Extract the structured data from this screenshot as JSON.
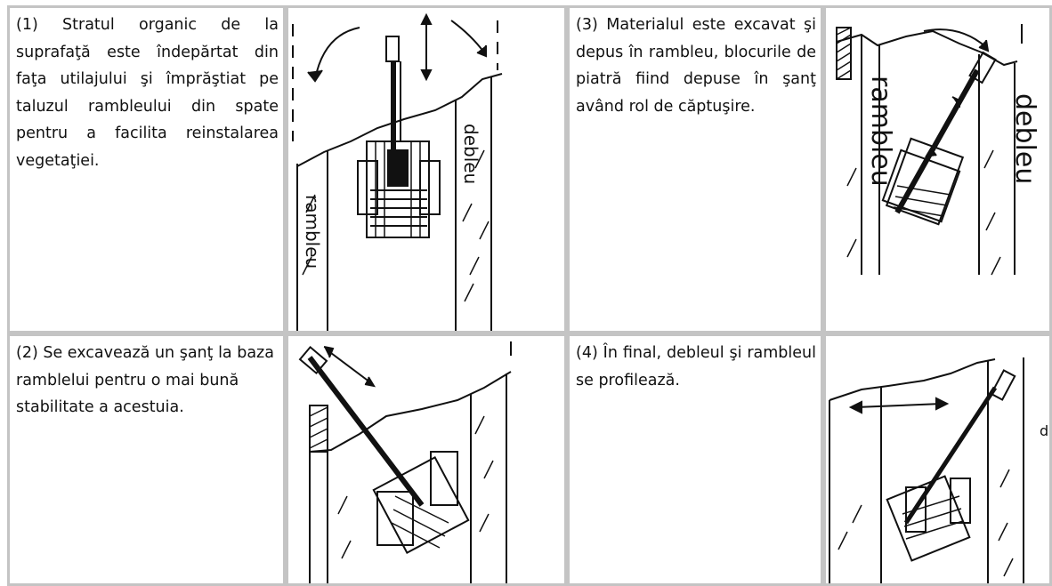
{
  "steps": [
    {
      "text": "(1) Stratul organic de la suprafaţă este îndepărtat din faţa utilajului şi împrăştiat pe taluzul rambleului din spate pentru a facilita reinstalarea vegetaţiei."
    },
    {
      "text": "(2) Se excavează un şanţ la baza ramblelui pentru o mai bună stabilitate a acestuia."
    },
    {
      "text": "(3) Materialul este excavat şi depus în rambleu, blocurile de piatră fiind depuse în şanţ având rol de căptuşire."
    },
    {
      "text": "(4) În final, debleul şi rambleul se profilează."
    }
  ],
  "labels": {
    "fill": "rambleu",
    "cut": "debleu",
    "stray_mark": "d"
  },
  "colors": {
    "border": "#c4c4c4",
    "ink": "#111111"
  }
}
